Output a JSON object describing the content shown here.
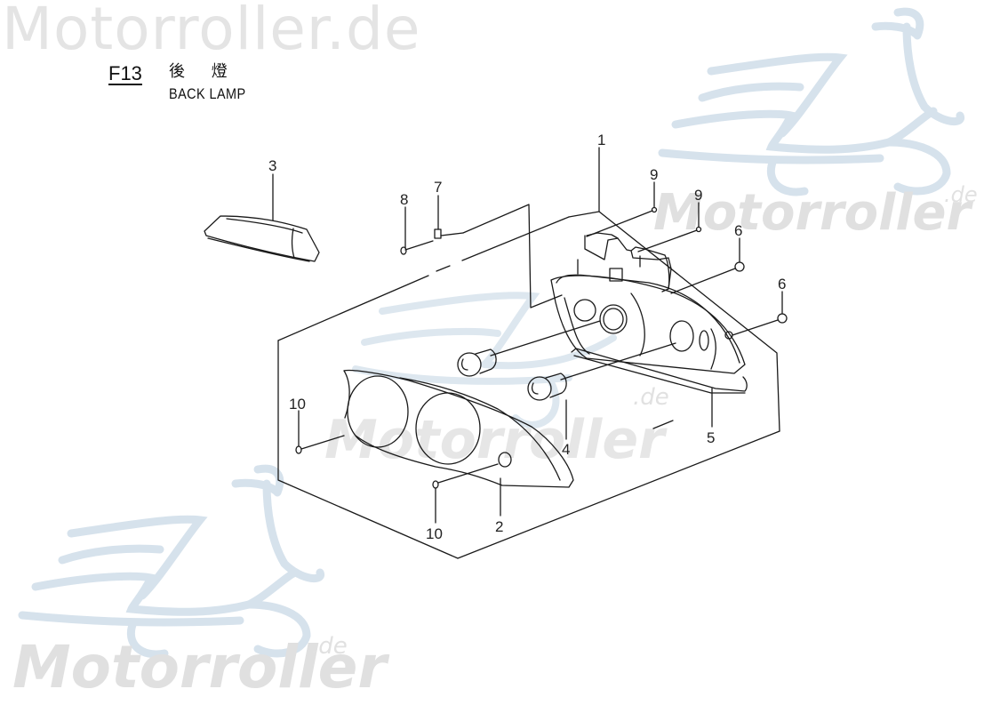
{
  "watermark": {
    "top_text": "Motorroller.de",
    "logo_text": "Motorroller",
    "logo_suffix": ".de",
    "color": "#c9d9e6"
  },
  "header": {
    "code": "F13",
    "title_cjk": "後 燈",
    "title_en": "BACK LAMP"
  },
  "diagram": {
    "type": "exploded-parts-view",
    "callouts": [
      {
        "id": "1",
        "label": "1",
        "part": "tail lamp assembly"
      },
      {
        "id": "2",
        "label": "2",
        "part": "lens"
      },
      {
        "id": "3",
        "label": "3",
        "part": "reflector / license lamp cover"
      },
      {
        "id": "4",
        "label": "4",
        "part": "bulb"
      },
      {
        "id": "5",
        "label": "5",
        "part": "gasket / housing seal"
      },
      {
        "id": "6a",
        "label": "6",
        "part": "nut"
      },
      {
        "id": "6b",
        "label": "6",
        "part": "nut"
      },
      {
        "id": "7",
        "label": "7",
        "part": "clip nut"
      },
      {
        "id": "8",
        "label": "8",
        "part": "screw"
      },
      {
        "id": "9a",
        "label": "9",
        "part": "screw"
      },
      {
        "id": "9b",
        "label": "9",
        "part": "screw"
      },
      {
        "id": "10a",
        "label": "10",
        "part": "screw"
      },
      {
        "id": "10b",
        "label": "10",
        "part": "screw"
      }
    ],
    "line_color": "#1a1a1a"
  }
}
